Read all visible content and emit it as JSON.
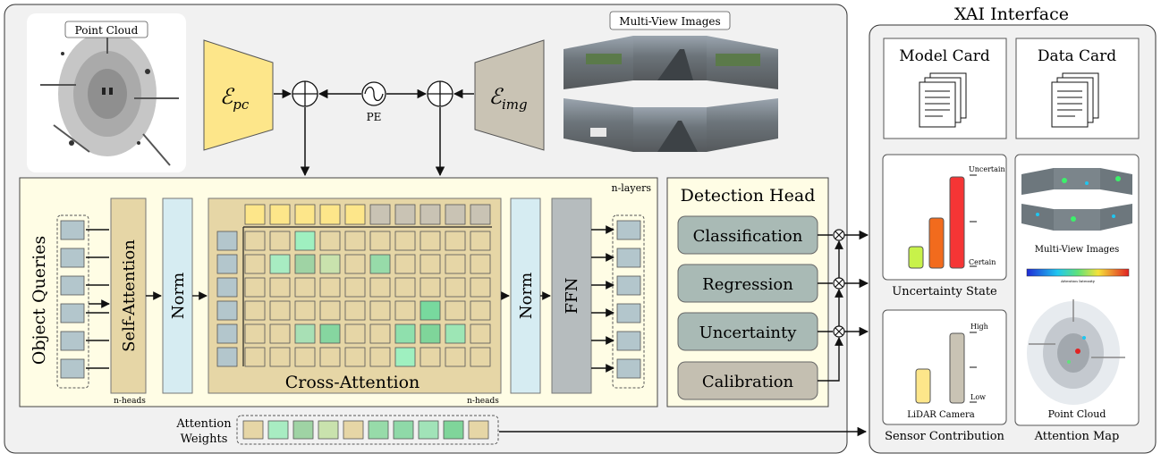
{
  "top": {
    "point_cloud_label": "Point Cloud",
    "multiview_label": "Multi-View Images",
    "enc_pc_main": "ℰ",
    "enc_pc_sub": "pc",
    "enc_img_main": "ℰ",
    "enc_img_sub": "img",
    "pe_label": "PE"
  },
  "transformer": {
    "n_layers": "n-layers",
    "object_queries": "Object Queries",
    "self_attention": "Self-Attention",
    "norm1": "Norm",
    "norm2": "Norm",
    "ffn": "FFN",
    "cross_attention": "Cross-Attention",
    "n_heads_1": "n-heads",
    "n_heads_2": "n-heads"
  },
  "detection_head": {
    "title": "Detection Head",
    "items": [
      "Classification",
      "Regression",
      "Uncertainty",
      "Calibration"
    ]
  },
  "attention_weights": {
    "label_line1": "Attention",
    "label_line2": "Weights"
  },
  "xai": {
    "title": "XAI Interface",
    "model_card": "Model Card",
    "data_card": "Data Card",
    "uncertainty_state": "Uncertainty State",
    "uncertain_label": "Uncertain",
    "certain_label": "Certain",
    "sensor_contribution": "Sensor Contribution",
    "high_label": "High",
    "low_label": "Low",
    "lidar_camera": "LiDAR Camera",
    "attention_map": "Attention Map",
    "multiview_images": "Multi-View Images",
    "attention_intensity": "Attention Intensity",
    "point_cloud": "Point Cloud"
  },
  "colors": {
    "lidar_yellow": "#fde68a",
    "camera_gray": "#c9c3b4",
    "green": "#86e0b0",
    "dark_green": "#6bcf94",
    "panel_bg": "#f1f1f1",
    "cream": "#fffde5",
    "head_item": "#a9bab5",
    "calibration": "#c4bfb1"
  }
}
